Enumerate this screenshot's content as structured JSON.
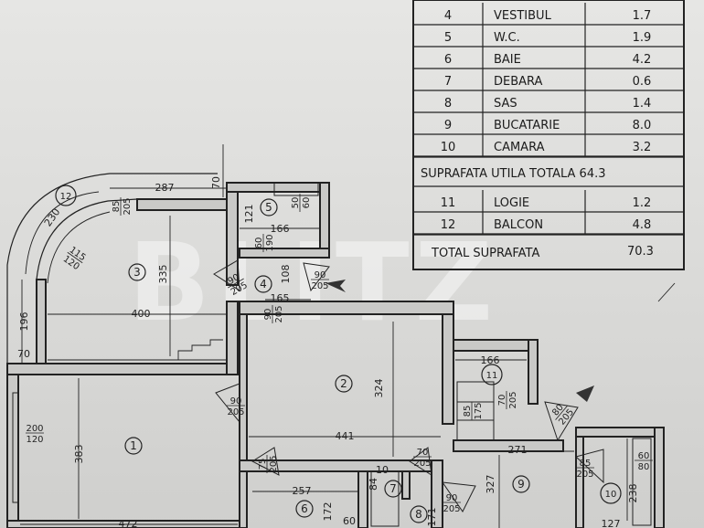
{
  "table": {
    "rows_a": [
      {
        "no": "4",
        "name": "VESTIBUL",
        "area": "1.7"
      },
      {
        "no": "5",
        "name": "W.C.",
        "area": "1.9"
      },
      {
        "no": "6",
        "name": "BAIE",
        "area": "4.2"
      },
      {
        "no": "7",
        "name": "DEBARA",
        "area": "0.6"
      },
      {
        "no": "8",
        "name": "SAS",
        "area": "1.4"
      },
      {
        "no": "9",
        "name": "BUCATARIE",
        "area": "8.0"
      },
      {
        "no": "10",
        "name": "CAMARA",
        "area": "3.2"
      }
    ],
    "usable_total_label": "SUPRAFATA UTILA TOTALA 64.3",
    "rows_b": [
      {
        "no": "11",
        "name": "LOGIE",
        "area": "1.2"
      },
      {
        "no": "12",
        "name": "BALCON",
        "area": "4.8"
      }
    ],
    "total_label": "TOTAL SUPRAFATA",
    "total_value": "70.3"
  },
  "rooms": [
    "1",
    "2",
    "3",
    "4",
    "5",
    "6",
    "7",
    "8",
    "9",
    "10",
    "11",
    "12"
  ],
  "dims": {
    "d287": "287",
    "d70a": "70",
    "d166a": "166",
    "d335": "335",
    "d400": "400",
    "d196": "196",
    "d70b": "70",
    "d324": "324",
    "d441": "441",
    "d383": "383",
    "d472": "472",
    "d257": "257",
    "d172": "172",
    "d327": "327",
    "d271": "271",
    "d166b": "166",
    "d238": "238",
    "d127": "127",
    "d165": "165",
    "d108": "108",
    "d200_120": "200 120",
    "d230": "230",
    "d115_120": "115 120",
    "d85_205a": "85 205",
    "d50_60": "50 60",
    "d121": "121",
    "d60_190": "60 190",
    "d90_205a": "90 205",
    "d90_205b": "90 205",
    "d90_205c": "90 205",
    "d90_205d": "90 205",
    "d90_205e": "90 205",
    "d75_205": "75 205",
    "d70_205a": "70 205",
    "d70_205b": "70 205",
    "d85_175": "85 175",
    "d80_205": "80 205",
    "d85_205b": "85 205",
    "d60_80": "60 80",
    "d84": "84",
    "d60": "60",
    "d171": "171",
    "d10": "10"
  },
  "watermark": "BLITZ"
}
